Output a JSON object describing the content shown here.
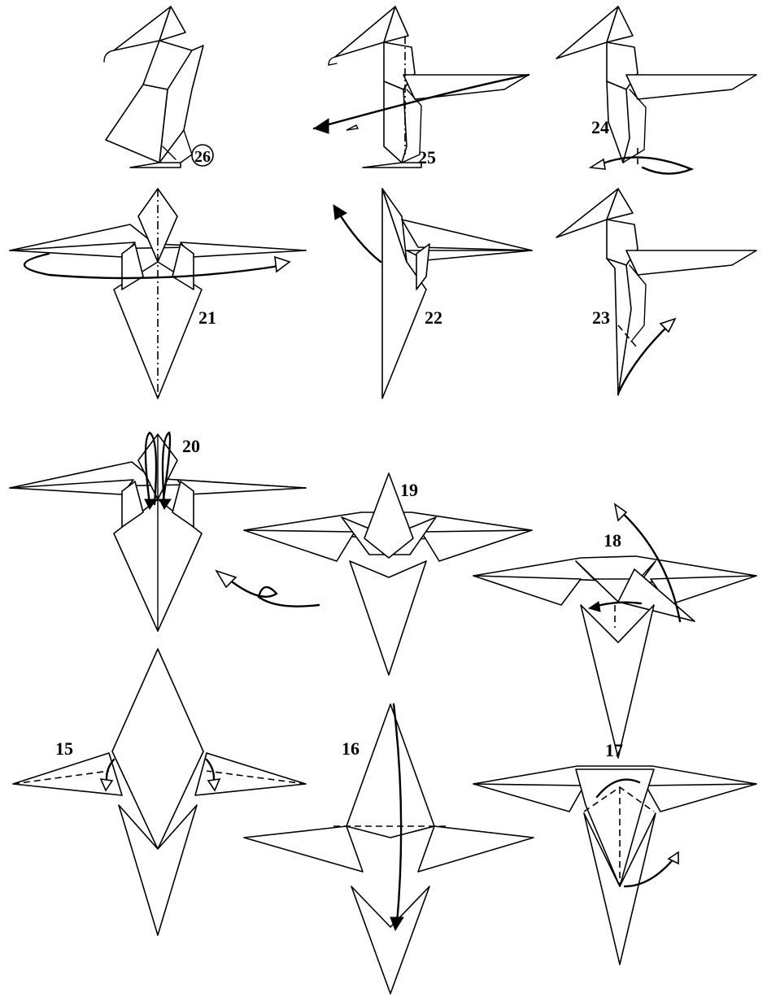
{
  "steps": {
    "s15": "15",
    "s16": "16",
    "s17": "17",
    "s18": "18",
    "s19": "19",
    "s20": "20",
    "s21": "21",
    "s22": "22",
    "s23": "23",
    "s24": "24",
    "s25": "25",
    "s26": "26"
  }
}
